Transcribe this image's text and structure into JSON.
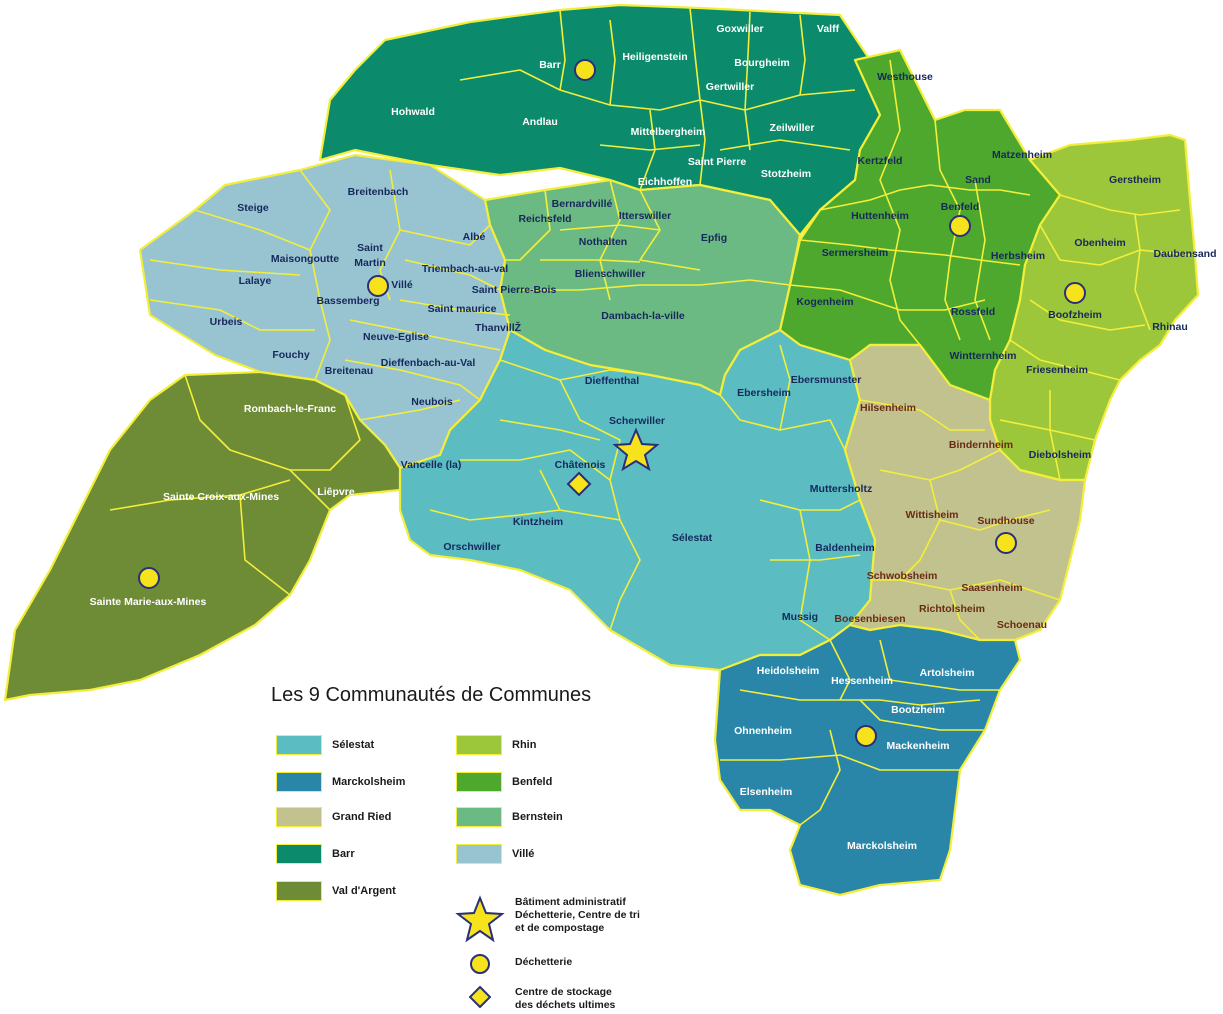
{
  "legend": {
    "title": "Les 9 Communautés de Communes",
    "items": [
      {
        "label": "Sélestat",
        "color": "#5bbcc2"
      },
      {
        "label": "Marckolsheim",
        "color": "#2a86a8"
      },
      {
        "label": "Grand Ried",
        "color": "#c1c28e"
      },
      {
        "label": "Barr",
        "color": "#0b8b6b"
      },
      {
        "label": "Val d'Argent",
        "color": "#6e8b36"
      },
      {
        "label": "Rhin",
        "color": "#9dc73a"
      },
      {
        "label": "Benfeld",
        "color": "#4ea82e"
      },
      {
        "label": "Bernstein",
        "color": "#6cba83"
      },
      {
        "label": "Villé",
        "color": "#98c4d2"
      }
    ],
    "symbols": [
      {
        "icon": "star-icon",
        "label_lines": [
          "Bâtiment administratif",
          "Déchetterie, Centre de tri",
          "et de compostage"
        ]
      },
      {
        "icon": "circle-icon",
        "label_lines": [
          "Déchetterie"
        ]
      },
      {
        "icon": "diamond-icon",
        "label_lines": [
          "Centre de stockage",
          "des déchets ultimes"
        ]
      }
    ]
  },
  "towns": {
    "barr": [
      "Barr",
      "Heiligenstein",
      "Goxwiller",
      "Valff",
      "Bourgheim",
      "Gertwiller",
      "Hohwald",
      "Andlau",
      "Mittelbergheim",
      "Zeilwiller",
      "Saint Pierre",
      "Eichhoffen",
      "Stotzheim"
    ],
    "benfeld": [
      "Westhouse",
      "Kertzfeld",
      "Matzenheim",
      "Sand",
      "Benfeld",
      "Huttenheim",
      "Sermersheim",
      "Herbsheim",
      "Kogenheim",
      "Rossfeld",
      "Wintternheim"
    ],
    "rhin": [
      "Gerstheim",
      "Obenheim",
      "Daubensand",
      "Boofzheim",
      "Rhinau",
      "Friesenheim",
      "Diebolsheim"
    ],
    "bernstein": [
      "Bernardvillé",
      "Reichsfeld",
      "Itterswiller",
      "Nothalten",
      "Epfig",
      "Blienschwiller",
      "Dambach-la-ville"
    ],
    "ville": [
      "Breitenbach",
      "Steige",
      "Albé",
      "Saint",
      "Martin",
      "Maisongoutte",
      "Lalaye",
      "Villé",
      "Triembach-au-val",
      "Saint Pierre-Bois",
      "Bassemberg",
      "Saint maurice",
      "Urbeis",
      "ThanvillŽ",
      "Neuve-Eglise",
      "Fouchy",
      "Dieffenbach-au-Val",
      "Breitenau",
      "Neubois"
    ],
    "val_argent": [
      "Rombach-le-Franc",
      "Sainte Croix-aux-Mines",
      "Liêpvre",
      "Sainte Marie-aux-Mines"
    ],
    "selestat": [
      "Dieffenthal",
      "Scherwiller",
      "Châtenois",
      "Vancelle (la)",
      "Kintzheim",
      "Orschwiller",
      "Sélestat",
      "Ebersheim",
      "Ebersmunster",
      "Muttersholtz",
      "Baldenheim",
      "Mussig"
    ],
    "grand_ried": [
      "Hilsenheim",
      "Bindernheim",
      "Wittisheim",
      "Sundhouse",
      "Schwobsheim",
      "Saasenheim",
      "Richtolsheim",
      "Boesenbiesen",
      "Schoenau"
    ],
    "marckolsheim": [
      "Heidolsheim",
      "Hessenheim",
      "Artolsheim",
      "Bootzheim",
      "Ohnenheim",
      "Mackenheim",
      "Elsenheim",
      "Marckolsheim"
    ]
  },
  "facilities": {
    "star_color": "#f6e31c",
    "circle_color": "#f6e31c",
    "diamond_color": "#f6e31c",
    "outline_color": "#2a2f7a"
  }
}
